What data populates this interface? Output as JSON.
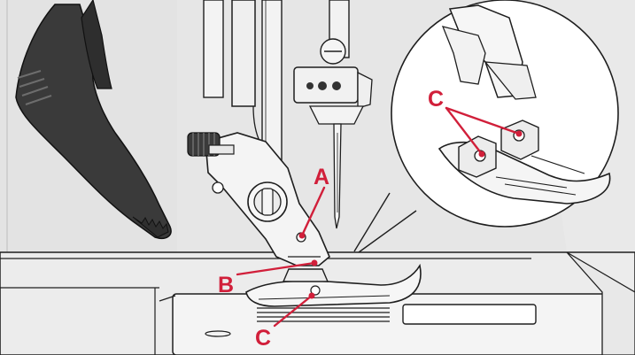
{
  "callouts": {
    "a": "A",
    "b": "B",
    "c_main": "C",
    "c_inset": "C"
  },
  "colors": {
    "callout": "#d11f3a",
    "outline": "#1e1e1e",
    "background": "#e4e4e4",
    "metal": "#f2f2f2",
    "handle": "#3c3c3c"
  }
}
